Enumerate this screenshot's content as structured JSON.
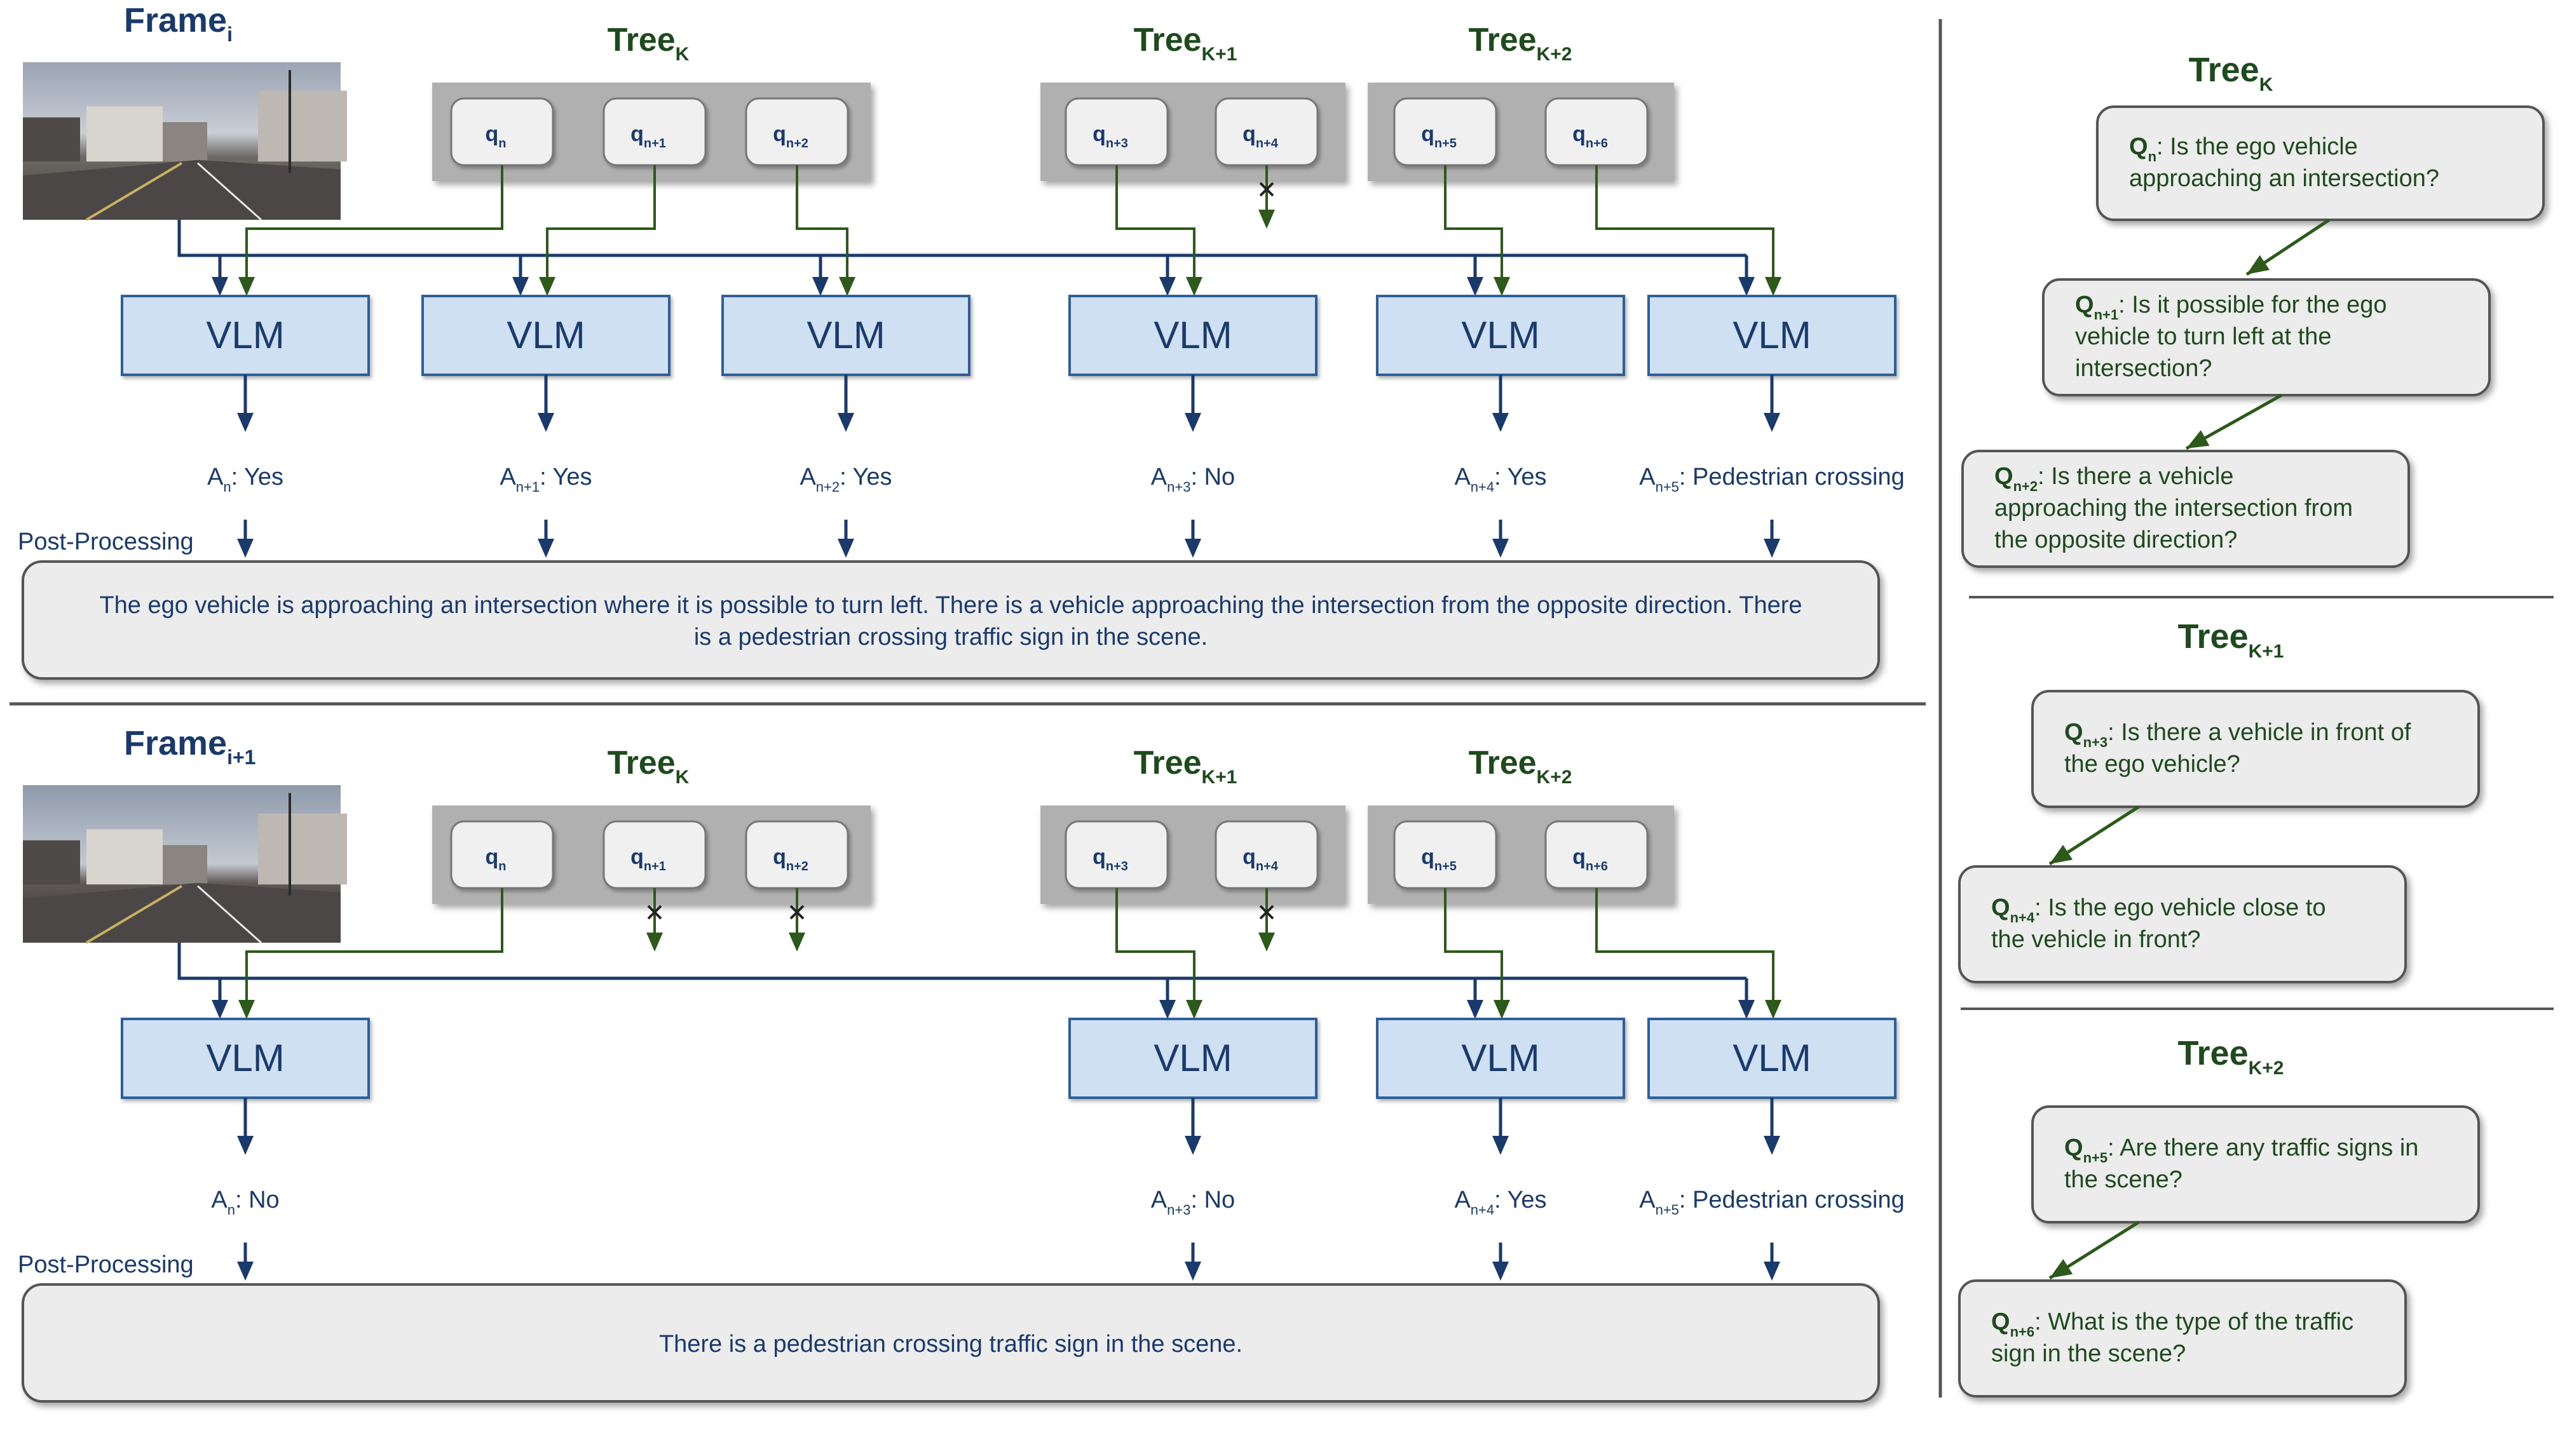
{
  "colors": {
    "blue_line": "#1a3a6b",
    "green_line": "#2d5a1b",
    "vlm_fill": "#cfe0f3",
    "vlm_stroke": "#2f5f9a",
    "group_fill": "#b0b0b0",
    "pill_fill": "#f0f0f0",
    "box_fill": "#ececec"
  },
  "sub": {
    "n": "n",
    "n1": "n+1",
    "n2": "n+2",
    "n3": "n+3",
    "n4": "n+4",
    "n5": "n+5",
    "n6": "n+6",
    "k": "K",
    "k1": "K+1",
    "k2": "K+2",
    "i": "i",
    "i1": "i+1"
  },
  "left": {
    "frame_top_title": "Frame",
    "frame_bottom_title": "Frame",
    "tree_title": "Tree",
    "q_letter": "q",
    "vlm_label": "VLM",
    "answer_letter": "A",
    "post_processing_label": "Post-Processing",
    "top_answers": [
      ": Yes",
      ": Yes",
      ": Yes",
      ": No",
      ": Yes",
      ": Pedestrian crossing"
    ],
    "bottom_answers": [
      ": No",
      ": No",
      ": Yes",
      ": Pedestrian crossing"
    ],
    "top_summary_line1": "The ego vehicle is approaching an intersection where it is possible to turn left. There is a vehicle approaching the intersection from the opposite direction. There",
    "top_summary_line2": "is a pedestrian crossing traffic sign in the scene.",
    "bottom_summary": "There is a pedestrian crossing traffic sign in the scene.",
    "frame_image_desc": "street-scene-photo"
  },
  "right": {
    "tree_title": "Tree",
    "q_letter": "Q",
    "tree_k": {
      "q_n": [
        ": Is the ego vehicle",
        "approaching an intersection?"
      ],
      "q_n1": [
        ": Is it possible for the ego",
        "vehicle to turn left at the",
        "intersection?"
      ],
      "q_n2": [
        ": Is there a vehicle",
        "approaching the intersection from",
        "the opposite direction?"
      ]
    },
    "tree_k1": {
      "q_n3": [
        ": Is there a vehicle in front of",
        "the ego vehicle?"
      ],
      "q_n4": [
        ": Is the ego vehicle close to",
        "the vehicle in front?"
      ]
    },
    "tree_k2": {
      "q_n5": [
        ": Are there any traffic signs in",
        "the scene?"
      ],
      "q_n6": [
        ": What is the type of the traffic",
        "sign in the scene?"
      ]
    }
  }
}
